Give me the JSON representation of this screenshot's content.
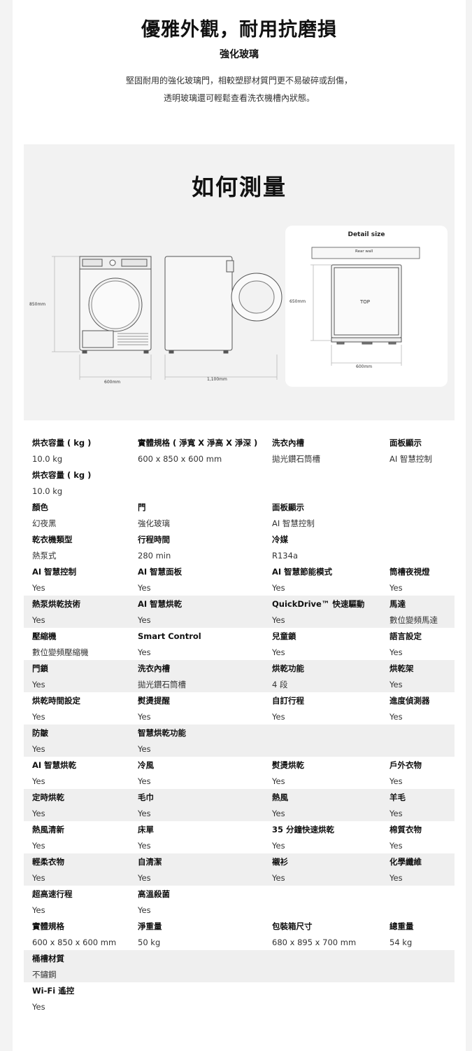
{
  "hero": {
    "title": "優雅外觀，耐用抗磨損",
    "subtitle": "強化玻璃",
    "desc_line1": "堅固耐用的強化玻璃門，相較塑膠材質門更不易破碎或刮傷，",
    "desc_line2": "透明玻璃還可輕鬆查看洗衣機槽內狀態。"
  },
  "measure": {
    "title": "如何測量",
    "height_label": "850mm",
    "width_label": "600mm",
    "depth_open_label": "1,100mm",
    "detail": {
      "title": "Detail size",
      "rear_wall": "Rear wall",
      "top": "TOP",
      "depth_label": "650mm",
      "width_label": "600mm"
    }
  },
  "specs": [
    {
      "shade": false,
      "cells": [
        [
          "烘衣容量 ( kg )",
          "10.0 kg"
        ],
        [
          "實體規格 ( 淨寬 X 淨高 X 淨深 )",
          "600 x 850 x 600 mm"
        ],
        [
          "洗衣內槽",
          "拋光鑽石筒槽"
        ],
        [
          "面板顯示",
          "AI 智慧控制"
        ]
      ]
    },
    {
      "shade": false,
      "cells": [
        [
          "烘衣容量 ( kg )",
          "10.0 kg"
        ],
        [
          "",
          ""
        ],
        [
          "",
          ""
        ],
        [
          "",
          ""
        ]
      ]
    },
    {
      "shade": false,
      "cells": [
        [
          "顏色",
          "幻夜黑"
        ],
        [
          "門",
          "強化玻璃"
        ],
        [
          "面板顯示",
          "AI 智慧控制"
        ],
        [
          "",
          ""
        ]
      ]
    },
    {
      "shade": false,
      "cells": [
        [
          "乾衣機類型",
          "熱泵式"
        ],
        [
          "行程時間",
          "280 min"
        ],
        [
          "冷媒",
          "R134a"
        ],
        [
          "",
          ""
        ]
      ]
    },
    {
      "shade": false,
      "cells": [
        [
          "AI 智慧控制",
          "Yes"
        ],
        [
          "AI 智慧面板",
          "Yes"
        ],
        [
          "AI 智慧節能模式",
          "Yes"
        ],
        [
          "筒槽夜視燈",
          "Yes"
        ]
      ]
    },
    {
      "shade": true,
      "cells": [
        [
          "熱泵烘乾技術",
          "Yes"
        ],
        [
          "AI 智慧烘乾",
          "Yes"
        ],
        [
          "QuickDrive™ 快速驅動",
          "Yes"
        ],
        [
          "馬達",
          "數位變頻馬達"
        ]
      ]
    },
    {
      "shade": false,
      "cells": [
        [
          "壓縮機",
          "數位變頻壓縮機"
        ],
        [
          "Smart Control",
          "Yes"
        ],
        [
          "兒童鎖",
          "Yes"
        ],
        [
          "語言設定",
          "Yes"
        ]
      ]
    },
    {
      "shade": true,
      "cells": [
        [
          "門鎖",
          "Yes"
        ],
        [
          "洗衣內槽",
          "拋光鑽石筒槽"
        ],
        [
          "烘乾功能",
          "4 段"
        ],
        [
          "烘乾架",
          "Yes"
        ]
      ]
    },
    {
      "shade": false,
      "cells": [
        [
          "烘乾時間設定",
          "Yes"
        ],
        [
          "熨燙提醒",
          "Yes"
        ],
        [
          "自訂行程",
          "Yes"
        ],
        [
          "進度偵測器",
          "Yes"
        ]
      ]
    },
    {
      "shade": true,
      "cells": [
        [
          "防皺",
          "Yes"
        ],
        [
          "智慧烘乾功能",
          "Yes"
        ],
        [
          "",
          ""
        ],
        [
          "",
          ""
        ]
      ]
    },
    {
      "shade": false,
      "cells": [
        [
          "AI 智慧烘乾",
          "Yes"
        ],
        [
          "冷風",
          "Yes"
        ],
        [
          "熨燙烘乾",
          "Yes"
        ],
        [
          "戶外衣物",
          "Yes"
        ]
      ]
    },
    {
      "shade": true,
      "cells": [
        [
          "定時烘乾",
          "Yes"
        ],
        [
          "毛巾",
          "Yes"
        ],
        [
          "熱風",
          "Yes"
        ],
        [
          "羊毛",
          "Yes"
        ]
      ]
    },
    {
      "shade": false,
      "cells": [
        [
          "熱風清新",
          "Yes"
        ],
        [
          "床單",
          "Yes"
        ],
        [
          "35 分鐘快速烘乾",
          "Yes"
        ],
        [
          "棉質衣物",
          "Yes"
        ]
      ]
    },
    {
      "shade": true,
      "cells": [
        [
          "輕柔衣物",
          "Yes"
        ],
        [
          "自清潔",
          "Yes"
        ],
        [
          "襯衫",
          "Yes"
        ],
        [
          "化學纖維",
          "Yes"
        ]
      ]
    },
    {
      "shade": false,
      "cells": [
        [
          "超高速行程",
          "Yes"
        ],
        [
          "高溫殺菌",
          "Yes"
        ],
        [
          "",
          ""
        ],
        [
          "",
          ""
        ]
      ]
    },
    {
      "shade": false,
      "cells": [
        [
          "實體規格",
          "600 x 850 x 600 mm"
        ],
        [
          "淨重量",
          "50 kg"
        ],
        [
          "包裝箱尺寸",
          "680 x 895 x 700 mm"
        ],
        [
          "總重量",
          "54 kg"
        ]
      ]
    },
    {
      "shade": true,
      "cells": [
        [
          "桶槽材質",
          "不鏽鋼"
        ],
        [
          "",
          ""
        ],
        [
          "",
          ""
        ],
        [
          "",
          ""
        ]
      ]
    },
    {
      "shade": false,
      "cells": [
        [
          "Wi-Fi 遙控",
          "Yes"
        ],
        [
          "",
          ""
        ],
        [
          "",
          ""
        ],
        [
          "",
          ""
        ]
      ]
    }
  ]
}
